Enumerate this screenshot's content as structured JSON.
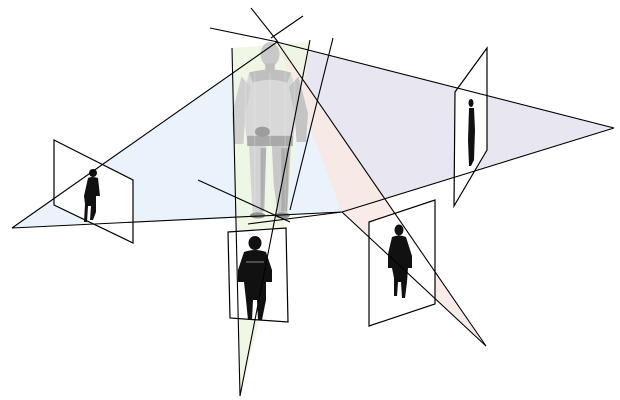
{
  "diagram": {
    "description_visible_text": "",
    "colors": {
      "background": "#ffffff",
      "line": "#000000",
      "cone_left": "#e8f2fb",
      "cone_right": "#e6e4f0",
      "cone_bottom_center": "#eef6e2",
      "cone_bottom_right": "#f8e9e4",
      "silhouette": "#111111",
      "body_light": "#e6e6e6",
      "body_mid": "#b3b3b3",
      "body_dark": "#8a8a8a"
    },
    "cameras": [
      {
        "id": "left"
      },
      {
        "id": "right"
      },
      {
        "id": "bottom-center"
      },
      {
        "id": "bottom-right"
      }
    ]
  }
}
